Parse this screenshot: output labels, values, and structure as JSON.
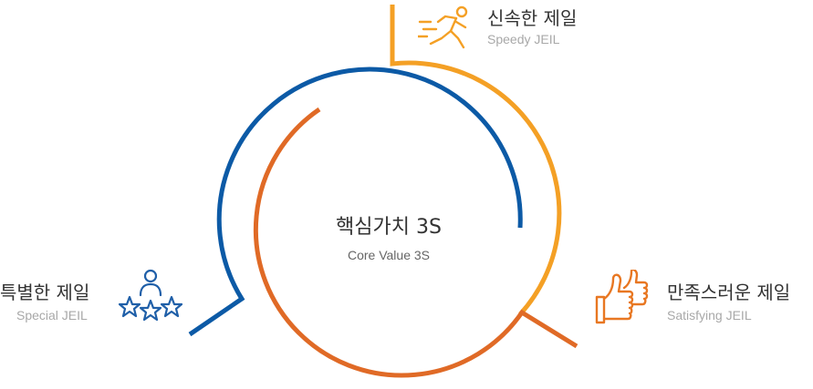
{
  "center": {
    "title": "핵심가치 3S",
    "subtitle": "Core Value 3S"
  },
  "items": [
    {
      "key": "speedy",
      "title": "신속한 제일",
      "subtitle": "Speedy JEIL",
      "icon": "running-person-icon",
      "color": "#F4A025"
    },
    {
      "key": "satisfy",
      "title": "만족스러운 제일",
      "subtitle": "Satisfying JEIL",
      "icon": "thumbs-up-icon",
      "color": "#E87722"
    },
    {
      "key": "special",
      "title": "특별한 제일",
      "subtitle": "Special JEIL",
      "icon": "person-stars-icon",
      "color": "#1F5FA8"
    }
  ],
  "colors": {
    "blue": "#0C5AA6",
    "orange": "#F4A025",
    "dark_orange": "#E06A26"
  }
}
